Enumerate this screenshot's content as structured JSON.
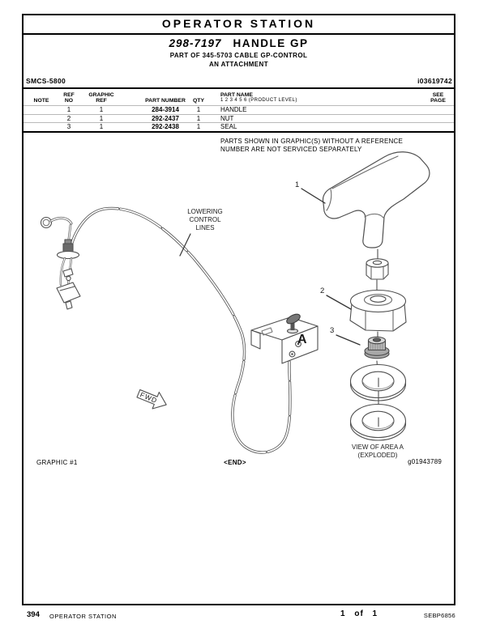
{
  "header": {
    "section_title": "OPERATOR STATION",
    "part_number": "298-7197",
    "part_title": "HANDLE GP",
    "part_of": "PART OF 345-5703 CABLE GP-CONTROL",
    "attachment": "AN ATTACHMENT",
    "smcs_code": "SMCS-5800",
    "doc_id": "i03619742"
  },
  "table": {
    "headers": {
      "note": "NOTE",
      "ref_l1": "REF",
      "ref_l2": "NO",
      "graphic_l1": "GRAPHIC",
      "graphic_l2": "REF",
      "part_number": "PART NUMBER",
      "qty": "QTY",
      "part_name": "PART NAME",
      "product_level": "1   2   3   4   5   6   (PRODUCT LEVEL)",
      "see_l1": "SEE",
      "see_l2": "PAGE"
    },
    "rows": [
      {
        "ref_no": "1",
        "graphic_ref": "1",
        "part_number": "284-3914",
        "qty": "1",
        "part_name": "HANDLE"
      },
      {
        "ref_no": "2",
        "graphic_ref": "1",
        "part_number": "292-2437",
        "qty": "1",
        "part_name": "NUT"
      },
      {
        "ref_no": "3",
        "graphic_ref": "1",
        "part_number": "292-2438",
        "qty": "1",
        "part_name": "SEAL"
      }
    ]
  },
  "note": {
    "line1": "PARTS SHOWN IN GRAPHIC(S) WITHOUT A REFERENCE",
    "line2": "NUMBER ARE NOT SERVICED SEPARATELY"
  },
  "graphic": {
    "labels": {
      "callout_1": "1",
      "callout_2": "2",
      "callout_3": "3",
      "area_a": "A",
      "fwd": "FWD",
      "lowering_line1": "LOWERING",
      "lowering_line2": "CONTROL",
      "lowering_line3": "LINES",
      "view_caption_line1": "VIEW OF AREA A",
      "view_caption_line2": "(EXPLODED)"
    },
    "graphic_label": "GRAPHIC #1",
    "end_marker": "<END>",
    "graphic_id": "g01943789"
  },
  "footer": {
    "page_number": "394",
    "section": "OPERATOR STATION",
    "page_count": "1 of 1",
    "doc_code": "SEBP6856"
  },
  "colors": {
    "line_art": "#4f4f4f",
    "table_rule": "#b9b9b9",
    "text": "#000000"
  }
}
